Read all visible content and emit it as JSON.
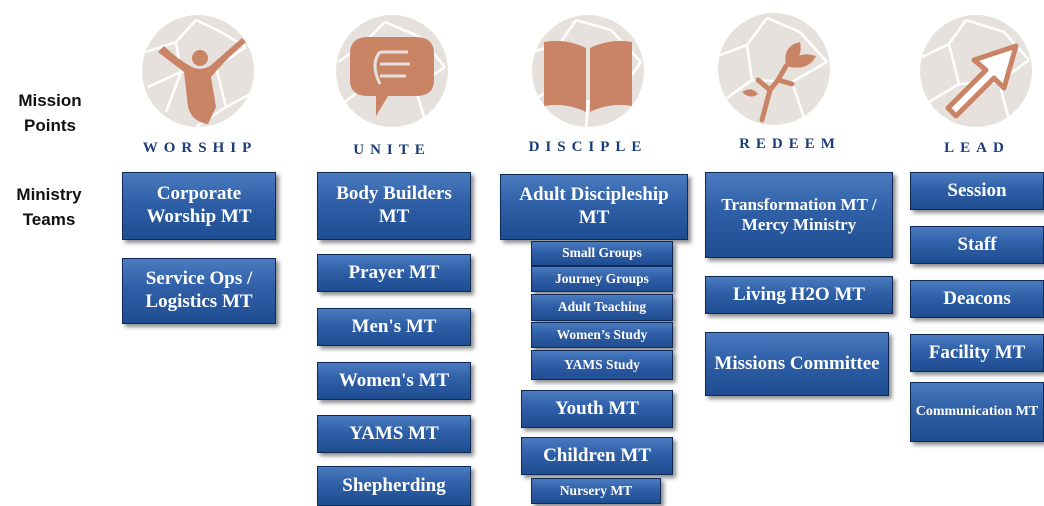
{
  "row_labels": {
    "mission_points": "Mission\nPoints",
    "ministry_teams": "Ministry\nTeams"
  },
  "columns": [
    {
      "word": "WORSHIP",
      "icon": "worship-figure-icon",
      "teams": [
        {
          "label": "Corporate Worship MT"
        },
        {
          "label": "Service Ops / Logistics MT"
        }
      ]
    },
    {
      "word": "UNITE",
      "icon": "unite-fist-icon",
      "teams": [
        {
          "label": "Body Builders MT"
        },
        {
          "label": "Prayer MT"
        },
        {
          "label": "Men's MT"
        },
        {
          "label": "Women's MT"
        },
        {
          "label": "YAMS MT"
        },
        {
          "label": "Shepherding"
        }
      ]
    },
    {
      "word": "DISCIPLE",
      "icon": "disciple-book-icon",
      "teams": [
        {
          "label": "Adult Discipleship MT"
        },
        {
          "label": "Youth MT"
        },
        {
          "label": "Children MT"
        }
      ],
      "subteams": [
        {
          "label": "Small Groups"
        },
        {
          "label": "Journey Groups"
        },
        {
          "label": "Adult Teaching"
        },
        {
          "label": "Women’s Study"
        },
        {
          "label": "YAMS Study"
        }
      ],
      "children_sub": {
        "label": "Nursery MT"
      }
    },
    {
      "word": "REDEEM",
      "icon": "redeem-plant-icon",
      "teams": [
        {
          "label": "Transformation MT / Mercy Ministry"
        },
        {
          "label": "Living H2O MT"
        },
        {
          "label": "Missions Committee"
        }
      ]
    },
    {
      "word": "LEAD",
      "icon": "lead-arrow-icon",
      "teams": [
        {
          "label": "Session"
        },
        {
          "label": "Staff"
        },
        {
          "label": "Deacons"
        },
        {
          "label": "Facility MT"
        },
        {
          "label": "Communication MT"
        }
      ]
    }
  ],
  "colors": {
    "box_top": "#4a7bc0",
    "box_bottom": "#1f4d92",
    "icon_stone": "#e8e3de",
    "icon_accent": "#c98466",
    "word_color": "#1a3d78"
  }
}
